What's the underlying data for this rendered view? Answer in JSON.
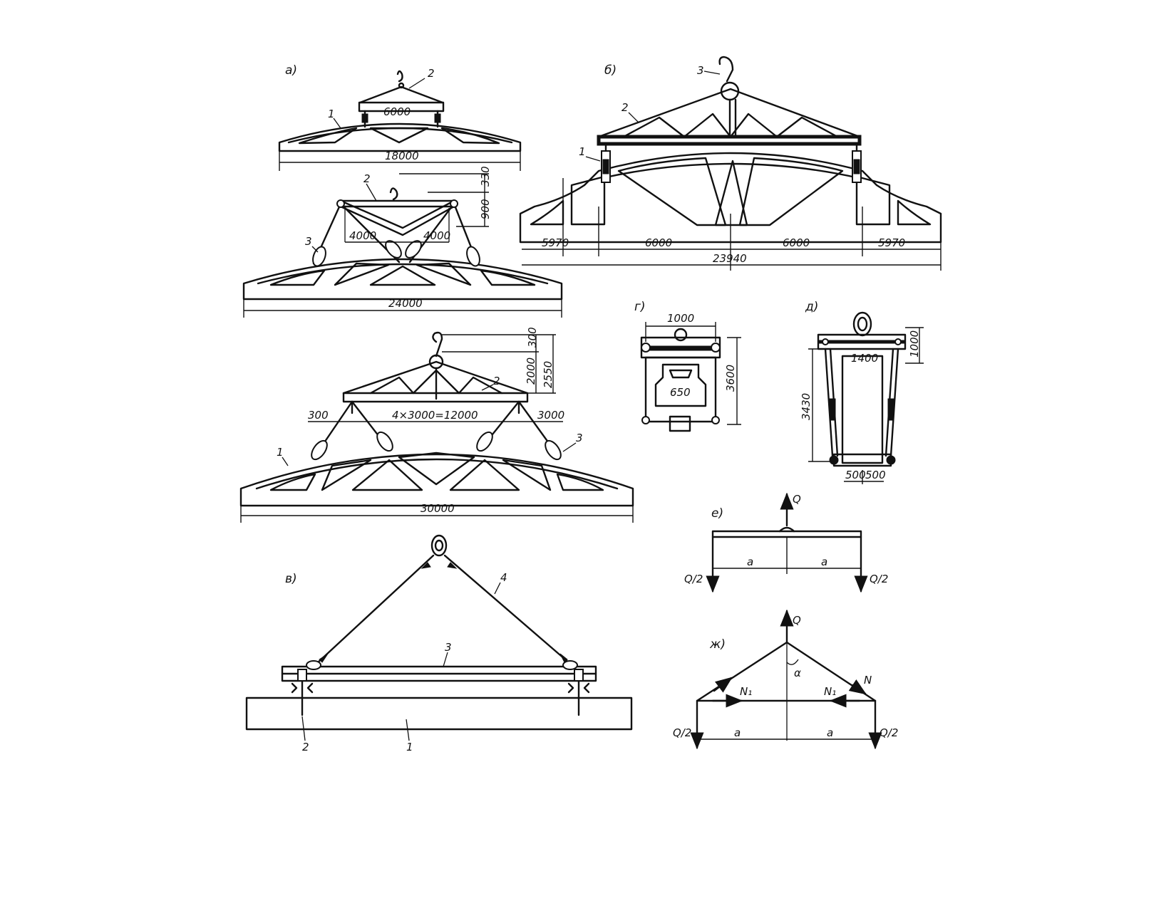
{
  "labels": {
    "a": "а)",
    "b": "б)",
    "v": "в)",
    "g": "г)",
    "d": "д)",
    "e": "е)",
    "zh": "ж)"
  },
  "fig_a": {
    "small": {
      "beam_span": "6000",
      "truss_span": "18000",
      "n1": "1",
      "n2": "2"
    },
    "mid": {
      "h1": "330",
      "h2": "900",
      "left": "4000",
      "right": "4000",
      "truss_span": "24000",
      "n2": "2",
      "n3": "3"
    },
    "large": {
      "h1": "300",
      "h2": "2000",
      "h3": "2550",
      "spacing": "4×3000=12000",
      "left": "300",
      "right": "3000",
      "truss_span": "30000",
      "n1": "1",
      "n2": "2",
      "n3": "3"
    }
  },
  "fig_b": {
    "n1": "1",
    "n2": "2",
    "n3": "3",
    "d1": "5970",
    "d2": "6000",
    "d3": "6000",
    "d4": "5970",
    "total": "23940"
  },
  "fig_v": {
    "n1": "1",
    "n2": "2",
    "n3": "3",
    "n4": "4"
  },
  "fig_g": {
    "width": "1000",
    "height": "3600",
    "inner": "650"
  },
  "fig_d": {
    "width": "1400",
    "top": "1000",
    "height": "3430",
    "b1": "500",
    "b2": "500"
  },
  "fig_e": {
    "load": "Q",
    "a1": "a",
    "a2": "a",
    "left": "Q/2",
    "right": "Q/2"
  },
  "fig_zh": {
    "load": "Q",
    "alpha": "α",
    "n1_left": "N₁",
    "n1_right": "N₁",
    "n": "N",
    "a1": "a",
    "a2": "a",
    "left": "Q/2",
    "right": "Q/2"
  }
}
